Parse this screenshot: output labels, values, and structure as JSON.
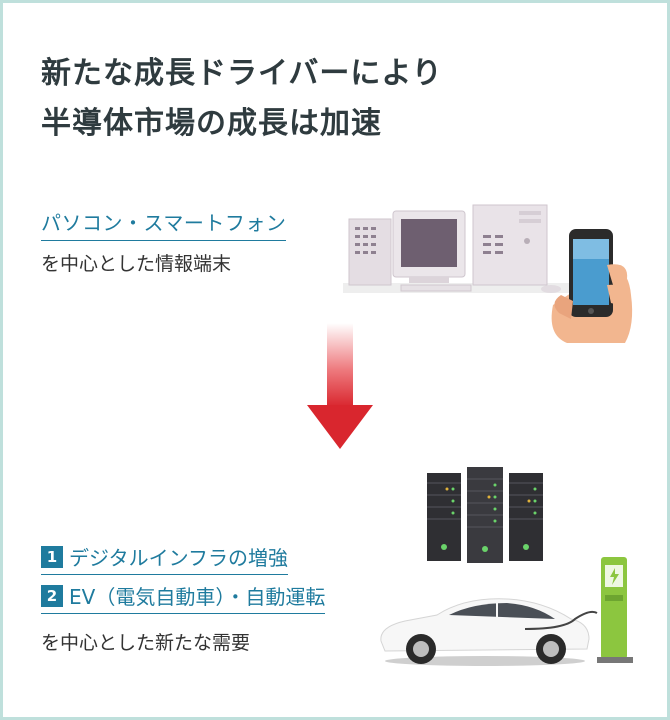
{
  "headline": {
    "line1": "新たな成長ドライバーにより",
    "line2": "半導体市場の成長は加速"
  },
  "before": {
    "title": "パソコン・スマートフォン",
    "subtitle": "を中心とした情報端末"
  },
  "after": {
    "points": [
      {
        "num": "1",
        "text": "デジタルインフラの増強"
      },
      {
        "num": "2",
        "text": "EV（電気自動車）・自動運転"
      }
    ],
    "subtitle": "を中心とした新たな需要"
  },
  "colors": {
    "border": "#bfe0dc",
    "accent": "#1f7b9e",
    "arrow": "#d9262e",
    "headline": "#2f3b3f"
  },
  "icons": [
    "desktop-computer-icon",
    "smartphone-icon",
    "down-arrow-icon",
    "server-rack-icon",
    "ev-car-icon",
    "ev-charger-icon"
  ]
}
